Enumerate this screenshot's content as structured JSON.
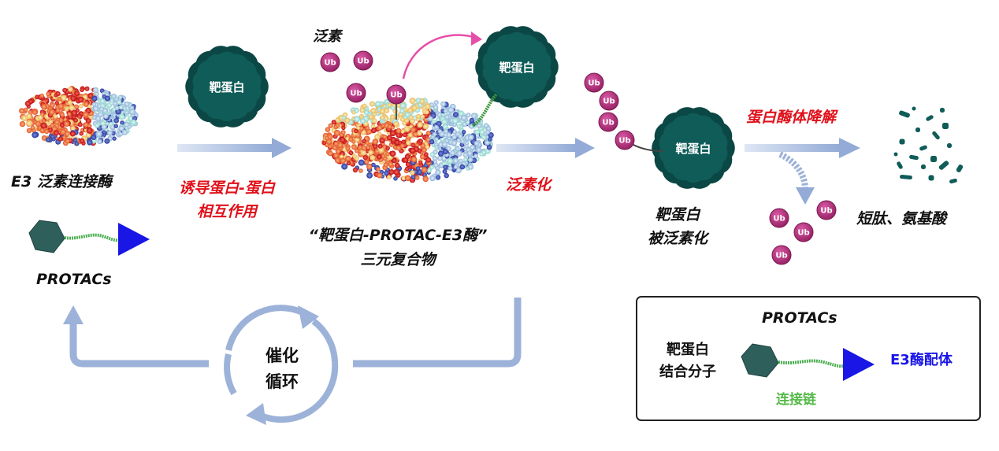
{
  "colors": {
    "target_protein": "#0f5c58",
    "target_protein_dark": "#0b4744",
    "ubiquitin": "#b3317d",
    "arrow": "#9cb2d8",
    "red_text": "#e0101a",
    "ligand_blue": "#1a16e6",
    "linker_green": "#4caf50",
    "e3_ligand_label": "#1a16e6",
    "linker_label": "#54b948",
    "pink_arrow": "#e64fa8"
  },
  "labels": {
    "target_protein": "靶蛋白",
    "ubiquitin": "泛素",
    "ub": "Ub",
    "e3_ligase": "E3 泛素连接酶",
    "induce_line1": "诱导蛋白-蛋白",
    "induce_line2": "相互作用",
    "ternary_line1": "“靶蛋白-PROTAC-E3酶”",
    "ternary_line2": "三元复合物",
    "ubiquitination": "泛素化",
    "ubiquitinated_line1": "靶蛋白",
    "ubiquitinated_line2": "被泛素化",
    "proteasome": "蛋白酶体降解",
    "peptides": "短肽、氨基酸",
    "protacs": "PROTACs",
    "catalytic_line1": "催化",
    "catalytic_line2": "循环"
  },
  "legend": {
    "title": "PROTACs",
    "binder_line1": "靶蛋白",
    "binder_line2": "结合分子",
    "linker": "连接链",
    "e3_ligand": "E3酶配体"
  }
}
